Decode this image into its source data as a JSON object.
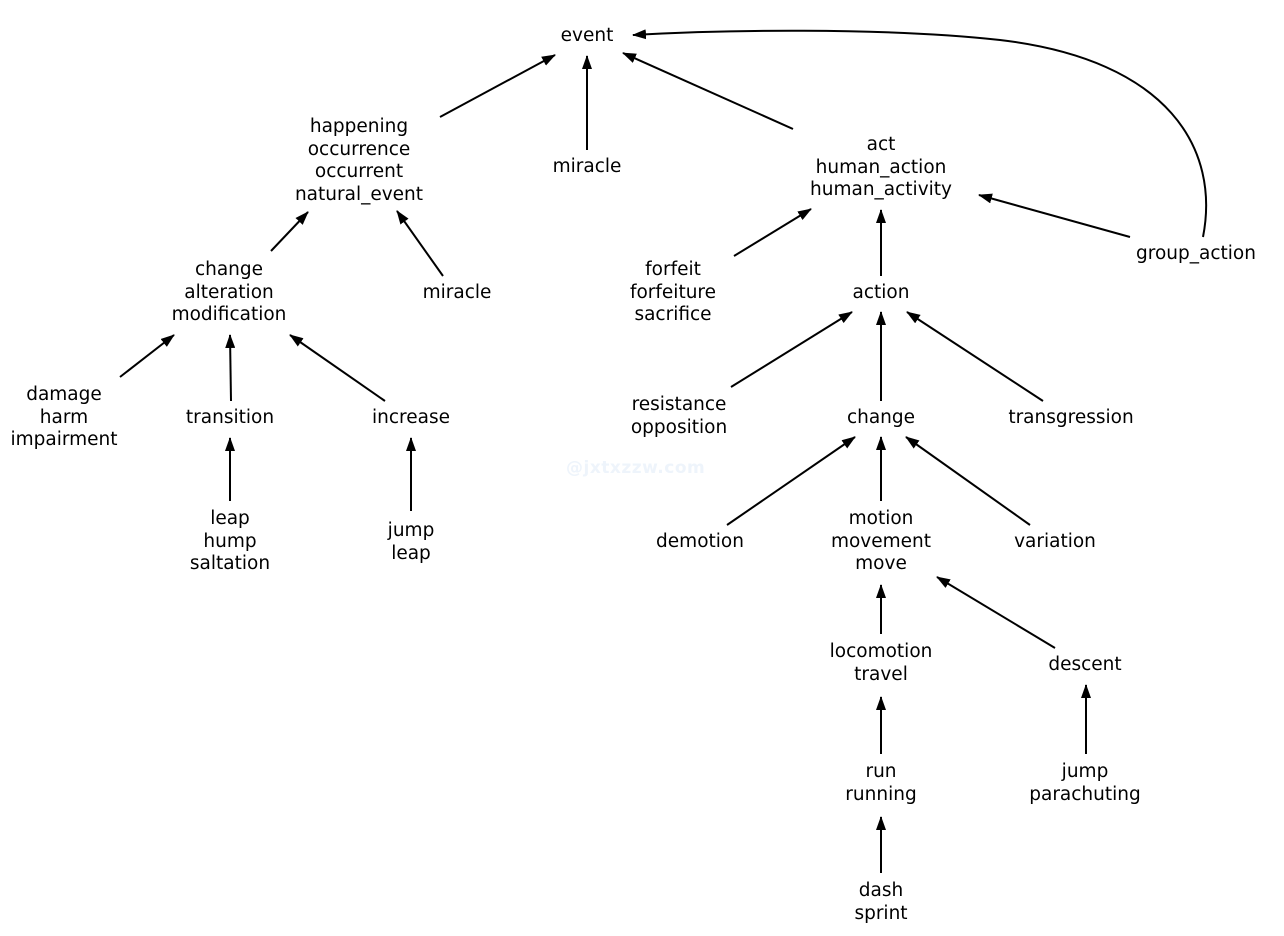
{
  "diagram": {
    "type": "hypernym-hierarchy",
    "colors": {
      "edge": "#000000",
      "text": "#000000"
    },
    "watermark": "@jxtxzzw.com",
    "nodes": [
      {
        "id": "event",
        "lines": [
          "event"
        ]
      },
      {
        "id": "happening",
        "lines": [
          "happening",
          "occurrence",
          "occurrent",
          "natural_event"
        ]
      },
      {
        "id": "miracle-top",
        "lines": [
          "miracle"
        ]
      },
      {
        "id": "act",
        "lines": [
          "act",
          "human_action",
          "human_activity"
        ]
      },
      {
        "id": "group-action",
        "lines": [
          "group_action"
        ]
      },
      {
        "id": "change-alteration",
        "lines": [
          "change",
          "alteration",
          "modification"
        ]
      },
      {
        "id": "miracle-sub",
        "lines": [
          "miracle"
        ]
      },
      {
        "id": "forfeit",
        "lines": [
          "forfeit",
          "forfeiture",
          "sacrifice"
        ]
      },
      {
        "id": "action",
        "lines": [
          "action"
        ]
      },
      {
        "id": "damage",
        "lines": [
          "damage",
          "harm",
          "impairment"
        ]
      },
      {
        "id": "transition",
        "lines": [
          "transition"
        ]
      },
      {
        "id": "increase",
        "lines": [
          "increase"
        ]
      },
      {
        "id": "resistance",
        "lines": [
          "resistance",
          "opposition"
        ]
      },
      {
        "id": "change-act",
        "lines": [
          "change"
        ]
      },
      {
        "id": "transgression",
        "lines": [
          "transgression"
        ]
      },
      {
        "id": "leap-hump",
        "lines": [
          "leap",
          "hump",
          "saltation"
        ]
      },
      {
        "id": "jump-leap",
        "lines": [
          "jump",
          "leap"
        ]
      },
      {
        "id": "demotion",
        "lines": [
          "demotion"
        ]
      },
      {
        "id": "motion",
        "lines": [
          "motion",
          "movement",
          "move"
        ]
      },
      {
        "id": "variation",
        "lines": [
          "variation"
        ]
      },
      {
        "id": "locomotion",
        "lines": [
          "locomotion",
          "travel"
        ]
      },
      {
        "id": "descent",
        "lines": [
          "descent"
        ]
      },
      {
        "id": "run",
        "lines": [
          "run",
          "running"
        ]
      },
      {
        "id": "jump-parachuting",
        "lines": [
          "jump",
          "parachuting"
        ]
      },
      {
        "id": "dash",
        "lines": [
          "dash",
          "sprint"
        ]
      }
    ],
    "edges": [
      {
        "from": "happening",
        "to": "event"
      },
      {
        "from": "miracle-top",
        "to": "event"
      },
      {
        "from": "act",
        "to": "event"
      },
      {
        "from": "group-action",
        "to": "event"
      },
      {
        "from": "group-action",
        "to": "act"
      },
      {
        "from": "change-alteration",
        "to": "happening"
      },
      {
        "from": "miracle-sub",
        "to": "happening"
      },
      {
        "from": "forfeit",
        "to": "act"
      },
      {
        "from": "action",
        "to": "act"
      },
      {
        "from": "damage",
        "to": "change-alteration"
      },
      {
        "from": "transition",
        "to": "change-alteration"
      },
      {
        "from": "increase",
        "to": "change-alteration"
      },
      {
        "from": "leap-hump",
        "to": "transition"
      },
      {
        "from": "jump-leap",
        "to": "increase"
      },
      {
        "from": "resistance",
        "to": "action"
      },
      {
        "from": "change-act",
        "to": "action"
      },
      {
        "from": "transgression",
        "to": "action"
      },
      {
        "from": "demotion",
        "to": "change-act"
      },
      {
        "from": "motion",
        "to": "change-act"
      },
      {
        "from": "variation",
        "to": "change-act"
      },
      {
        "from": "locomotion",
        "to": "motion"
      },
      {
        "from": "descent",
        "to": "motion"
      },
      {
        "from": "run",
        "to": "locomotion"
      },
      {
        "from": "jump-parachuting",
        "to": "descent"
      },
      {
        "from": "dash",
        "to": "run"
      }
    ]
  }
}
